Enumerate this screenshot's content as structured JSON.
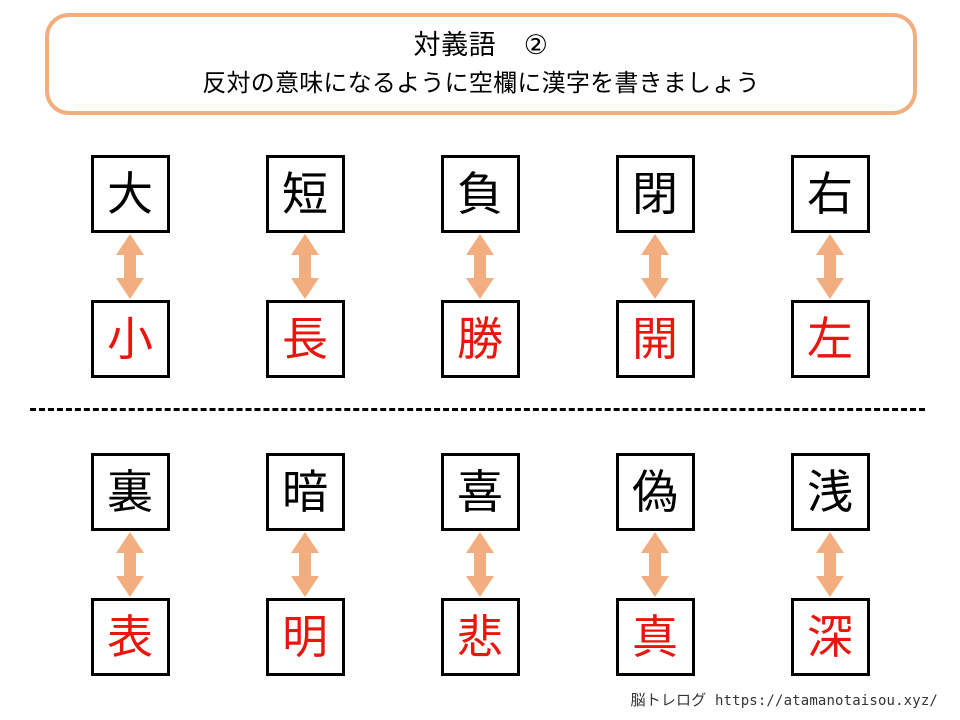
{
  "header": {
    "title": "対義語　②",
    "subtitle": "反対の意味になるように空欄に漢字を書きましょう",
    "border_color": "#f2ae7e"
  },
  "colors": {
    "accent": "#f2ae7e",
    "answer_red": "#e8160c",
    "box_border": "#000000",
    "background": "#ffffff"
  },
  "worksheet": {
    "arrow_icon": "double-arrow-vertical-icon",
    "rows": [
      {
        "pairs": [
          {
            "prompt": "大",
            "answer": "小"
          },
          {
            "prompt": "短",
            "answer": "長"
          },
          {
            "prompt": "負",
            "answer": "勝"
          },
          {
            "prompt": "閉",
            "answer": "開"
          },
          {
            "prompt": "右",
            "answer": "左"
          }
        ]
      },
      {
        "pairs": [
          {
            "prompt": "裏",
            "answer": "表"
          },
          {
            "prompt": "暗",
            "answer": "明"
          },
          {
            "prompt": "喜",
            "answer": "悲"
          },
          {
            "prompt": "偽",
            "answer": "真"
          },
          {
            "prompt": "浅",
            "answer": "深"
          }
        ]
      }
    ]
  },
  "footer": {
    "site_name": "脳トレログ",
    "site_url": "https://atamanotaisou.xyz/"
  }
}
